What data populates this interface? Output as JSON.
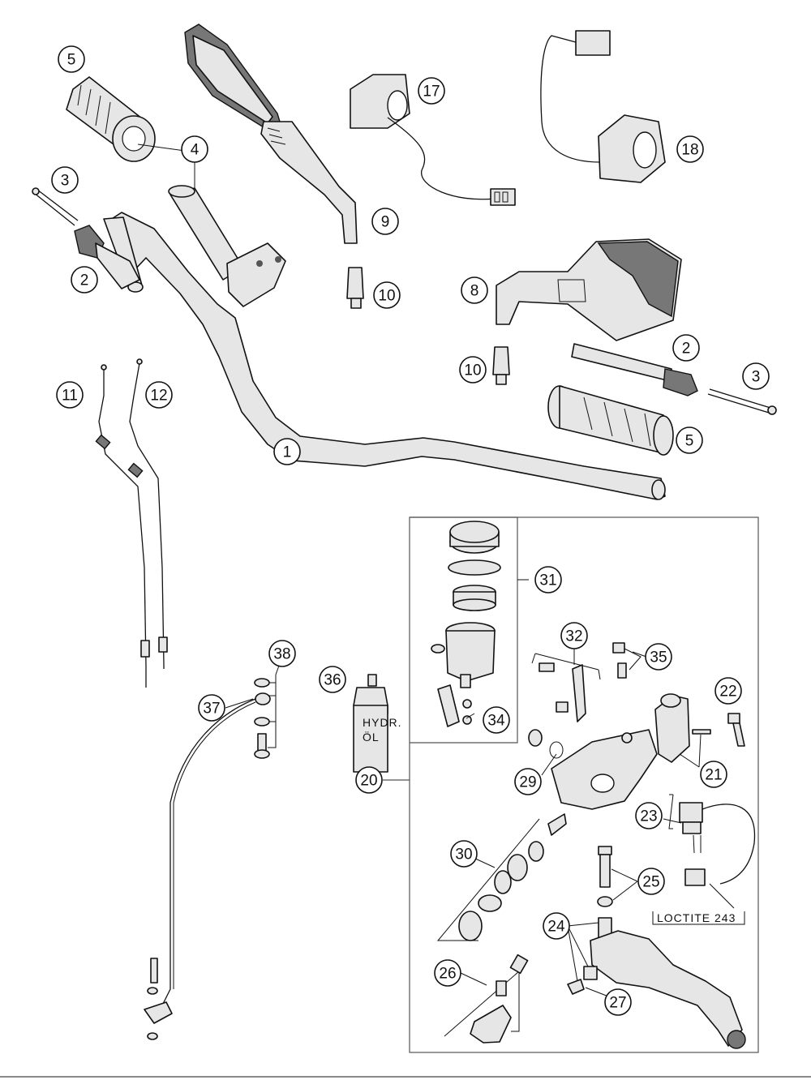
{
  "labels": {
    "c1": "1",
    "c2a": "2",
    "c2b": "2",
    "c3a": "3",
    "c3b": "3",
    "c4": "4",
    "c5a": "5",
    "c5b": "5",
    "c8": "8",
    "c9": "9",
    "c10a": "10",
    "c10b": "10",
    "c11": "11",
    "c12": "12",
    "c17": "17",
    "c18": "18",
    "c20": "20",
    "c21": "21",
    "c22": "22",
    "c23": "23",
    "c24": "24",
    "c25": "25",
    "c26": "26",
    "c27": "27",
    "c29": "29",
    "c30": "30",
    "c31": "31",
    "c32": "32",
    "c34": "34",
    "c35": "35",
    "c36": "36",
    "c37": "37",
    "c38": "38"
  },
  "annotations": {
    "loctite": "LOCTITE 243",
    "bottle_text_1": "HYDR.",
    "bottle_text_2": "ÖL"
  }
}
